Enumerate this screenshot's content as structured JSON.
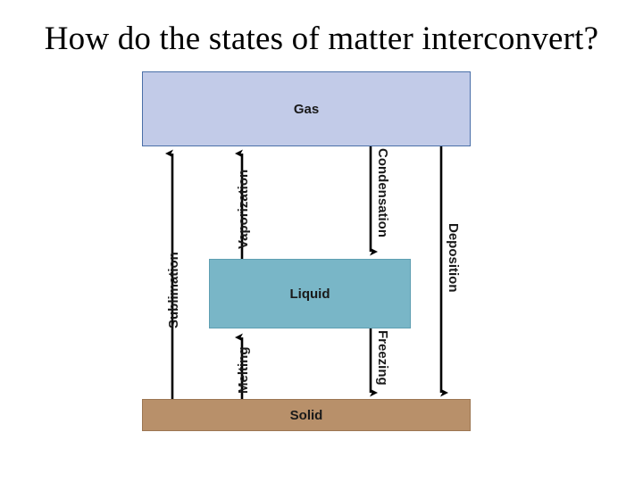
{
  "slide": {
    "title": "How do the states of matter interconvert?",
    "background_color": "#ffffff"
  },
  "diagram": {
    "type": "state-change-diagram",
    "states": [
      {
        "id": "gas",
        "label": "Gas",
        "fill": "#c2cbe8",
        "border": "#4a6fa8"
      },
      {
        "id": "liquid",
        "label": "Liquid",
        "fill": "#79b6c7",
        "border": "#5f9fb2"
      },
      {
        "id": "solid",
        "label": "Solid",
        "fill": "#b8906a",
        "border": "#9c7652"
      }
    ],
    "processes": [
      {
        "id": "sublimation",
        "label": "Sublimation",
        "from": "solid",
        "to": "gas",
        "direction": "up",
        "side": "left"
      },
      {
        "id": "vaporization",
        "label": "Vaporization",
        "from": "liquid",
        "to": "gas",
        "direction": "up",
        "side": "left"
      },
      {
        "id": "melting",
        "label": "Melting",
        "from": "solid",
        "to": "liquid",
        "direction": "up",
        "side": "left"
      },
      {
        "id": "condensation",
        "label": "Condensation",
        "from": "gas",
        "to": "liquid",
        "direction": "down",
        "side": "right"
      },
      {
        "id": "freezing",
        "label": "Freezing",
        "from": "liquid",
        "to": "solid",
        "direction": "down",
        "side": "right"
      },
      {
        "id": "deposition",
        "label": "Deposition",
        "from": "gas",
        "to": "solid",
        "direction": "down",
        "side": "right"
      }
    ],
    "arrow_color": "#000000"
  }
}
